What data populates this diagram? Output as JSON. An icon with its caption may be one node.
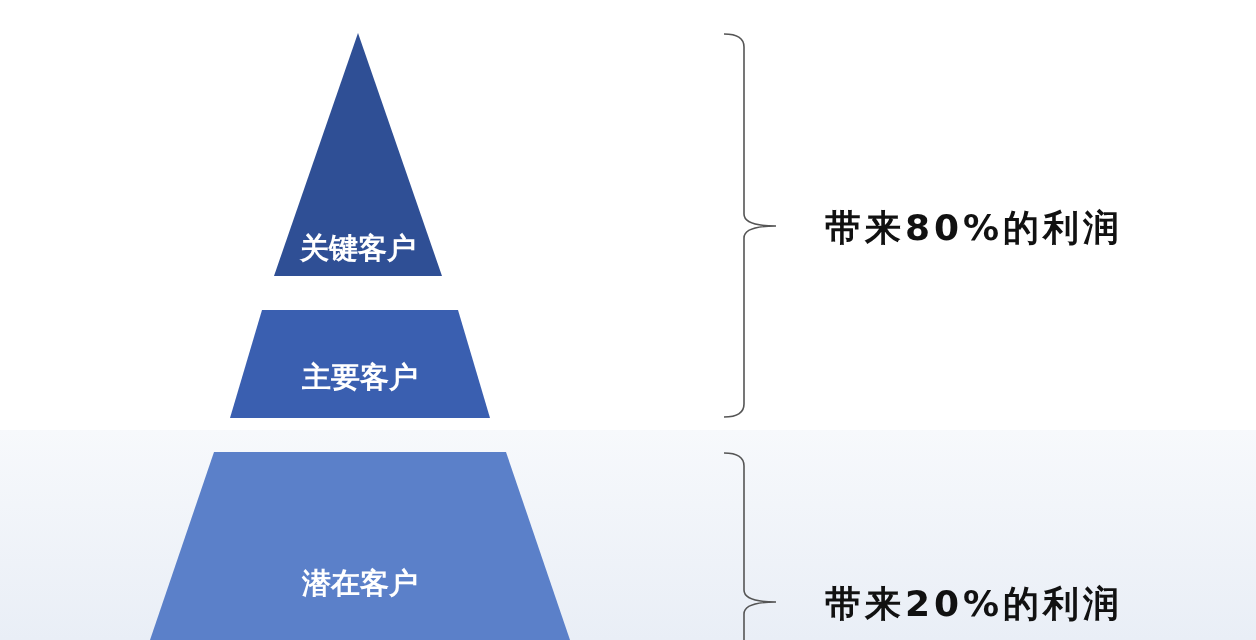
{
  "diagram": {
    "nodes": [
      {
        "text": [
          "关键客户"
        ]
      },
      {
        "text": [
          "主要客户"
        ]
      },
      {
        "text": [
          "潜在客户"
        ]
      }
    ],
    "labels": [
      "带来80%的利润",
      "带来20%的利润"
    ]
  }
}
